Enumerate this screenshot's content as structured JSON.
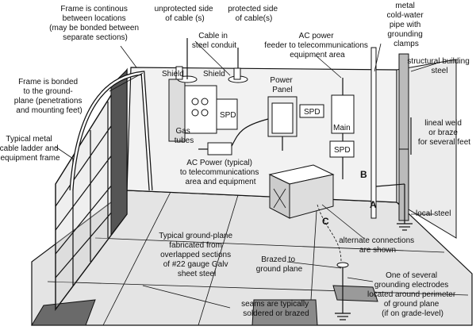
{
  "labels": {
    "frame_continuous": [
      "Frame is continous",
      "between locations",
      "(may be bonded between",
      "separate sections)"
    ],
    "unprotected": [
      "unprotected side",
      "of cable (s)"
    ],
    "protected": [
      "protected side",
      "of cable(s)"
    ],
    "cable_conduit": [
      "Cable in",
      "steel conduit"
    ],
    "ac_feeder": [
      "AC power",
      "feeder to telecommunications",
      "equipment area"
    ],
    "water_pipe": [
      "metal",
      "cold-water",
      "pipe with",
      "grounding",
      "clamps"
    ],
    "structural_steel": "structural building",
    "steel": "steel",
    "frame_bonded": [
      "Frame is bonded",
      "to the ground-",
      "plane (penetrations",
      "and mounting feet)"
    ],
    "shield1": "Shield",
    "shield2": "Shield",
    "power_panel": [
      "Power",
      "Panel"
    ],
    "spd1": "SPD",
    "spd2": "SPD",
    "spd3": "SPD",
    "main": "Main",
    "gas_tubes": [
      "Gas",
      "tubes"
    ],
    "cable_ladder": [
      "Typical metal",
      "cable ladder and",
      "equipment frame"
    ],
    "lineal_weld": [
      "lineal weld",
      "or braze",
      "for several feet"
    ],
    "ac_power_typical": [
      "AC Power (typical)",
      "to telecommunications",
      "area and equipment"
    ],
    "point_b": "B",
    "point_a": "A",
    "point_c": "C",
    "local_steel": "local steel",
    "ground_plane": [
      "Typical ground-plane",
      "fabricated from",
      "overlapped sections",
      "of #22 gauge Galv",
      "sheet steel"
    ],
    "alternate": [
      "alternate connections",
      "are shown"
    ],
    "brazed": [
      "Brazed to",
      "ground plane"
    ],
    "electrodes": [
      "One of several",
      "grounding electrodes",
      "located around perimeter",
      "of ground plane",
      "(if on grade-level)"
    ],
    "seams": [
      "seams are typically",
      "soldered or brazed"
    ]
  }
}
